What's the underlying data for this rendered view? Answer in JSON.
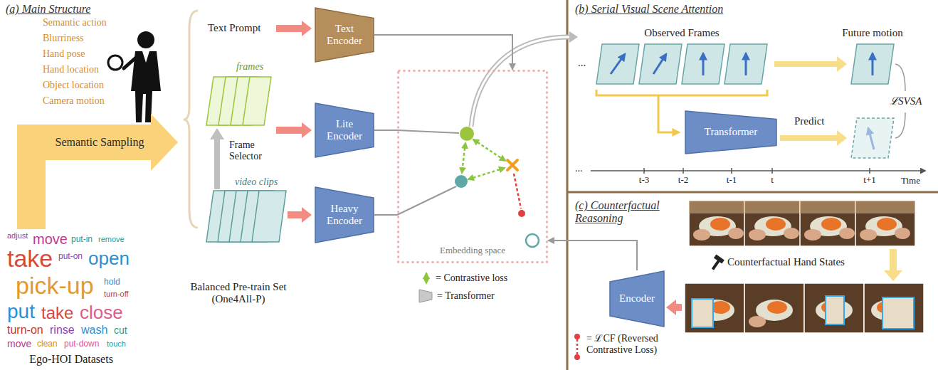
{
  "diagram": {
    "nodes": [
      {
        "text": [
          "Semantic Sampling"
        ]
      },
      {
        "text": [
          "Text Encoder"
        ]
      },
      {
        "text": [
          "Lite Encoder"
        ]
      },
      {
        "text": [
          "Heavy Encoder"
        ]
      },
      {
        "text": [
          "Embedding space"
        ]
      },
      {
        "text": [
          "Transformer"
        ]
      },
      {
        "text": [
          "Encoder"
        ]
      }
    ],
    "edges": [
      {
        "from": 1,
        "to": 4,
        "arrow": "to"
      },
      {
        "from": 2,
        "to": 4,
        "arrow": "none"
      },
      {
        "from": 3,
        "to": 4,
        "arrow": "none"
      },
      {
        "from": 6,
        "to": 4,
        "arrow": "to"
      }
    ],
    "labels": [
      "(a) Main Structure",
      "Semantic action",
      "Blurriness",
      "Hand pose",
      "Hand location",
      "Object location",
      "Camera motion",
      "Text Prompt",
      "frames",
      "Frame Selector",
      "video clips",
      "adjust",
      "move",
      "put-in",
      "remove",
      "take",
      "put-on",
      "open",
      "pick-up",
      "hold",
      "turn-off",
      "put",
      "take",
      "close",
      "turn-on",
      "rinse",
      "wash",
      "cut",
      "move",
      "clean",
      "put-down",
      "touch",
      "Ego-HOI Datasets",
      "Balanced Pre-train Set (One4All-P)",
      "(b) Serial Visual Scene Attention",
      "Observed Frames",
      "Future motion",
      "...",
      "ℒSVSA",
      "Predict",
      "...",
      "t-3",
      "t-2",
      "t-1",
      "t",
      "t+1",
      "Time",
      "(c) Counterfactual Reasoning",
      "Counterfactual Hand States"
    ],
    "legend": [
      {
        "text": "= Contrastive loss"
      },
      {
        "text": "= Transformer"
      },
      {
        "text": "= ℒCF (Reversed Contrastive Loss)"
      }
    ]
  }
}
